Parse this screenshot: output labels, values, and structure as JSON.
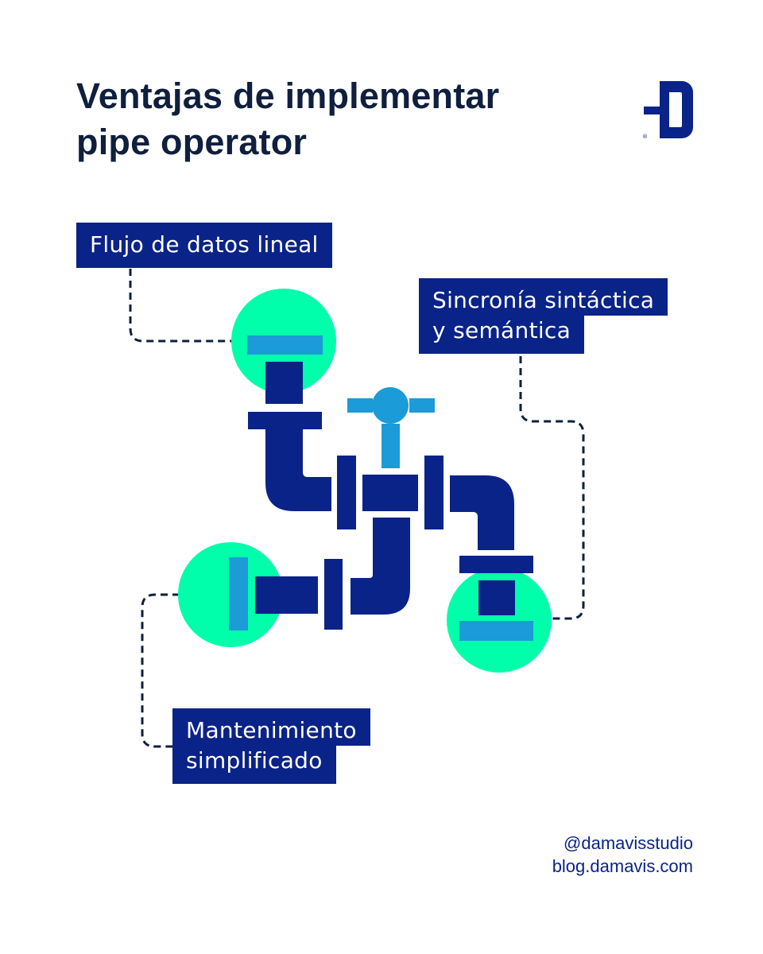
{
  "header": {
    "title_line1": "Ventajas de implementar",
    "title_line2": "pipe operator"
  },
  "logo": {
    "icon": "damavis-logo-icon",
    "registered_mark": "®"
  },
  "labels": {
    "flujo": {
      "lines": [
        "Flujo de datos lineal"
      ]
    },
    "sincronia": {
      "lines": [
        "Sincronía sintáctica",
        "y semántica"
      ]
    },
    "mantenimiento": {
      "lines": [
        "Mantenimiento",
        "simplificado"
      ]
    }
  },
  "footer": {
    "handle": "@damavisstudio",
    "site": "blog.damavis.com"
  },
  "colors": {
    "navy": "#0a2388",
    "dark_text": "#0f1f3d",
    "green": "#00ffaa",
    "light_blue": "#1b9bd7",
    "connector": "#0f1f3d"
  }
}
